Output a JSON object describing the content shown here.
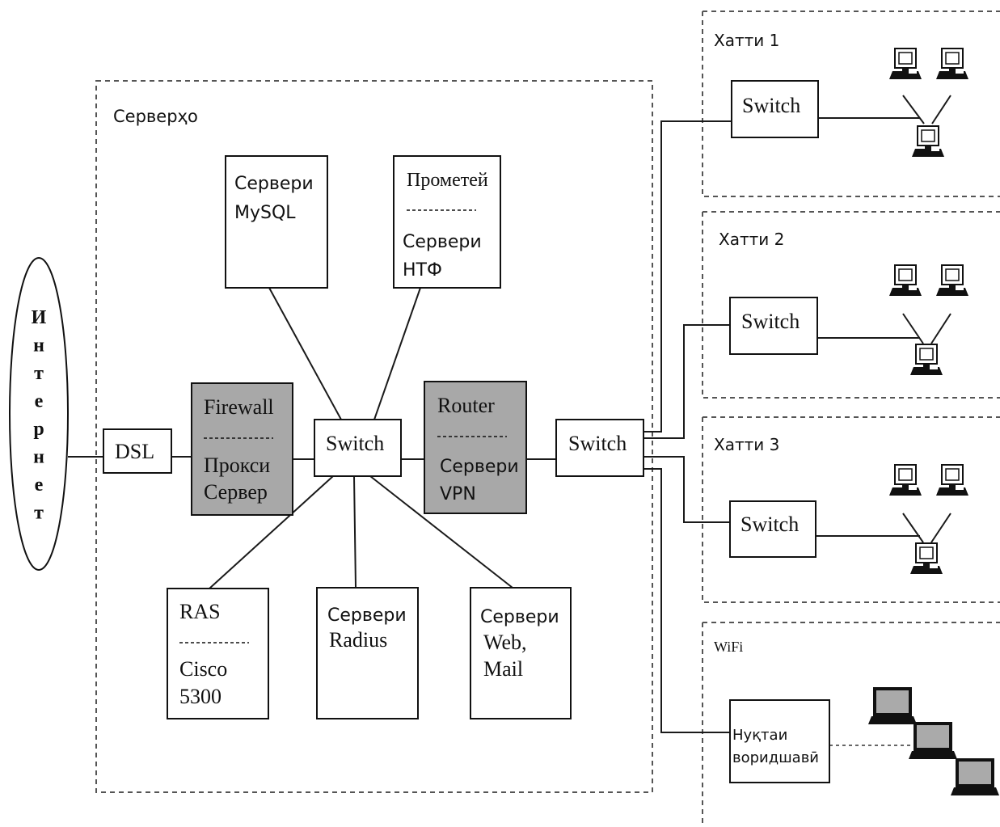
{
  "internet": {
    "label": "Интернет"
  },
  "servers_area": {
    "title": "Серверҳо"
  },
  "dsl": {
    "label": "DSL"
  },
  "firewall": {
    "line1": "Firewall",
    "line2": "Прокси",
    "line3": "Сервер"
  },
  "core_switch": {
    "label": "Switch"
  },
  "router": {
    "line1": "Router",
    "line2": "Сервери",
    "line3": "VPN"
  },
  "edge_switch": {
    "label": "Switch"
  },
  "mysql": {
    "line1": "Сервери",
    "line2": "MySQL"
  },
  "prometheus": {
    "line1": "Прометей",
    "line2": "Сервери",
    "line3": "НТФ"
  },
  "ras": {
    "line1": "RAS",
    "line2": "Cisco",
    "line3": "5300"
  },
  "radius": {
    "line1": "Сервери",
    "line2": "Radius"
  },
  "webmail": {
    "line1": "Сервери",
    "line2": "Web,",
    "line3": "Mail"
  },
  "lines": [
    {
      "title": "Хатти 1",
      "switch_label": "Switch"
    },
    {
      "title": "Хатти 2",
      "switch_label": "Switch"
    },
    {
      "title": "Хатти 3",
      "switch_label": "Switch"
    }
  ],
  "wifi": {
    "title": "WiFi",
    "ap_line1": "Нуқтаи",
    "ap_line2": "воридшавӣ"
  },
  "colors": {
    "shaded_box": "#a8a8a8",
    "line": "#1a1a1a",
    "border": "#555555"
  },
  "icons": {
    "desktop": "desktop-computer-icon",
    "laptop": "laptop-icon"
  }
}
